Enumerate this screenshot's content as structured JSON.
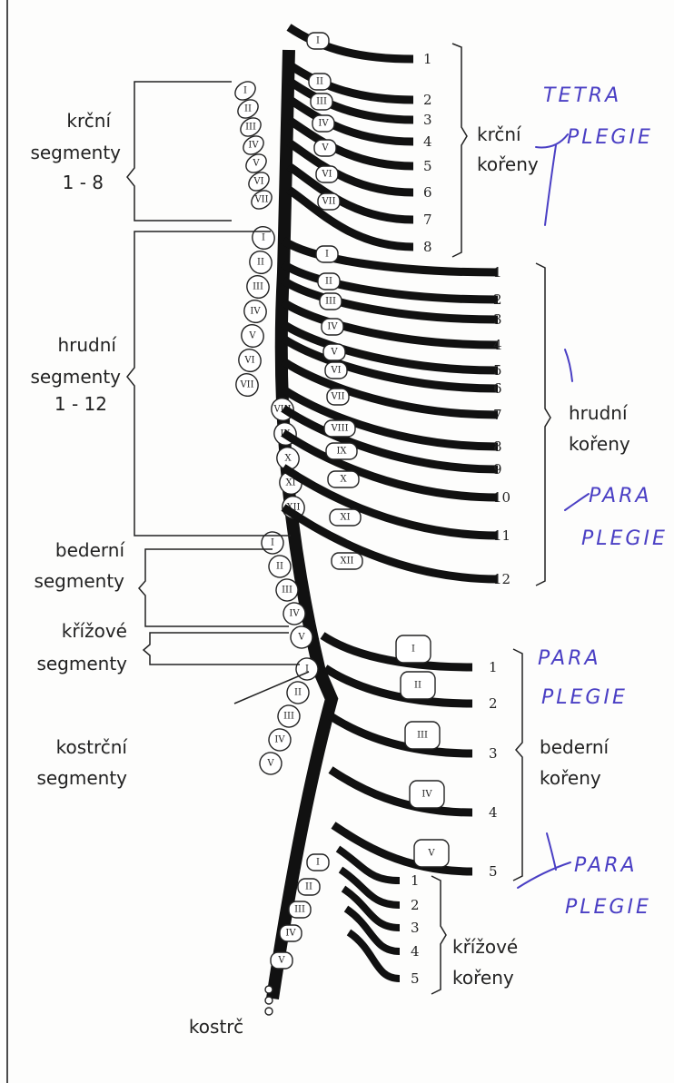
{
  "labels": {
    "cervical_segments": [
      "krční",
      "segmenty",
      "1 - 8"
    ],
    "thoracic_segments": [
      "hrudní",
      "segmenty",
      "1 - 12"
    ],
    "lumbar_segments": [
      "bederní",
      "segmenty"
    ],
    "sacral_segments": [
      "křížové",
      "segmenty"
    ],
    "coccygeal_segments": [
      "kostrční",
      "segmenty"
    ],
    "coccyx": "kostrč",
    "cervical_roots": [
      "krční",
      "kořeny"
    ],
    "thoracic_roots": [
      "hrudní",
      "kořeny"
    ],
    "lumbar_roots": [
      "bederní",
      "kořeny"
    ],
    "sacral_roots": [
      "křížové",
      "kořeny"
    ]
  },
  "annotations": {
    "tetraplegie": [
      "TETRA",
      "PLEGIE"
    ],
    "paraplegie_thoracic": [
      "PARA",
      "PLEGIE"
    ],
    "paraplegie_lumbar": [
      "PARA",
      "PLEGIE"
    ],
    "paraplegie_sacral": [
      "PARA",
      "PLEGIE"
    ]
  },
  "root_numbers": {
    "cervical": [
      "1",
      "2",
      "3",
      "4",
      "5",
      "6",
      "7",
      "8"
    ],
    "thoracic": [
      "1",
      "2",
      "3",
      "4",
      "5",
      "6",
      "7",
      "8",
      "9",
      "10",
      "11",
      "12"
    ],
    "lumbar": [
      "1",
      "2",
      "3",
      "4",
      "5"
    ],
    "sacral": [
      "1",
      "2",
      "3",
      "4",
      "5"
    ]
  },
  "vertebra_numerals": {
    "cervical": [
      "I",
      "II",
      "III",
      "IV",
      "V",
      "VI",
      "VII"
    ],
    "thoracic": [
      "I",
      "II",
      "III",
      "IV",
      "V",
      "VI",
      "VII",
      "VIII",
      "IX",
      "X",
      "XI",
      "XII"
    ],
    "lumbar": [
      "I",
      "II",
      "III",
      "IV",
      "V"
    ],
    "sacral": [
      "I",
      "II",
      "III",
      "IV",
      "V"
    ]
  }
}
